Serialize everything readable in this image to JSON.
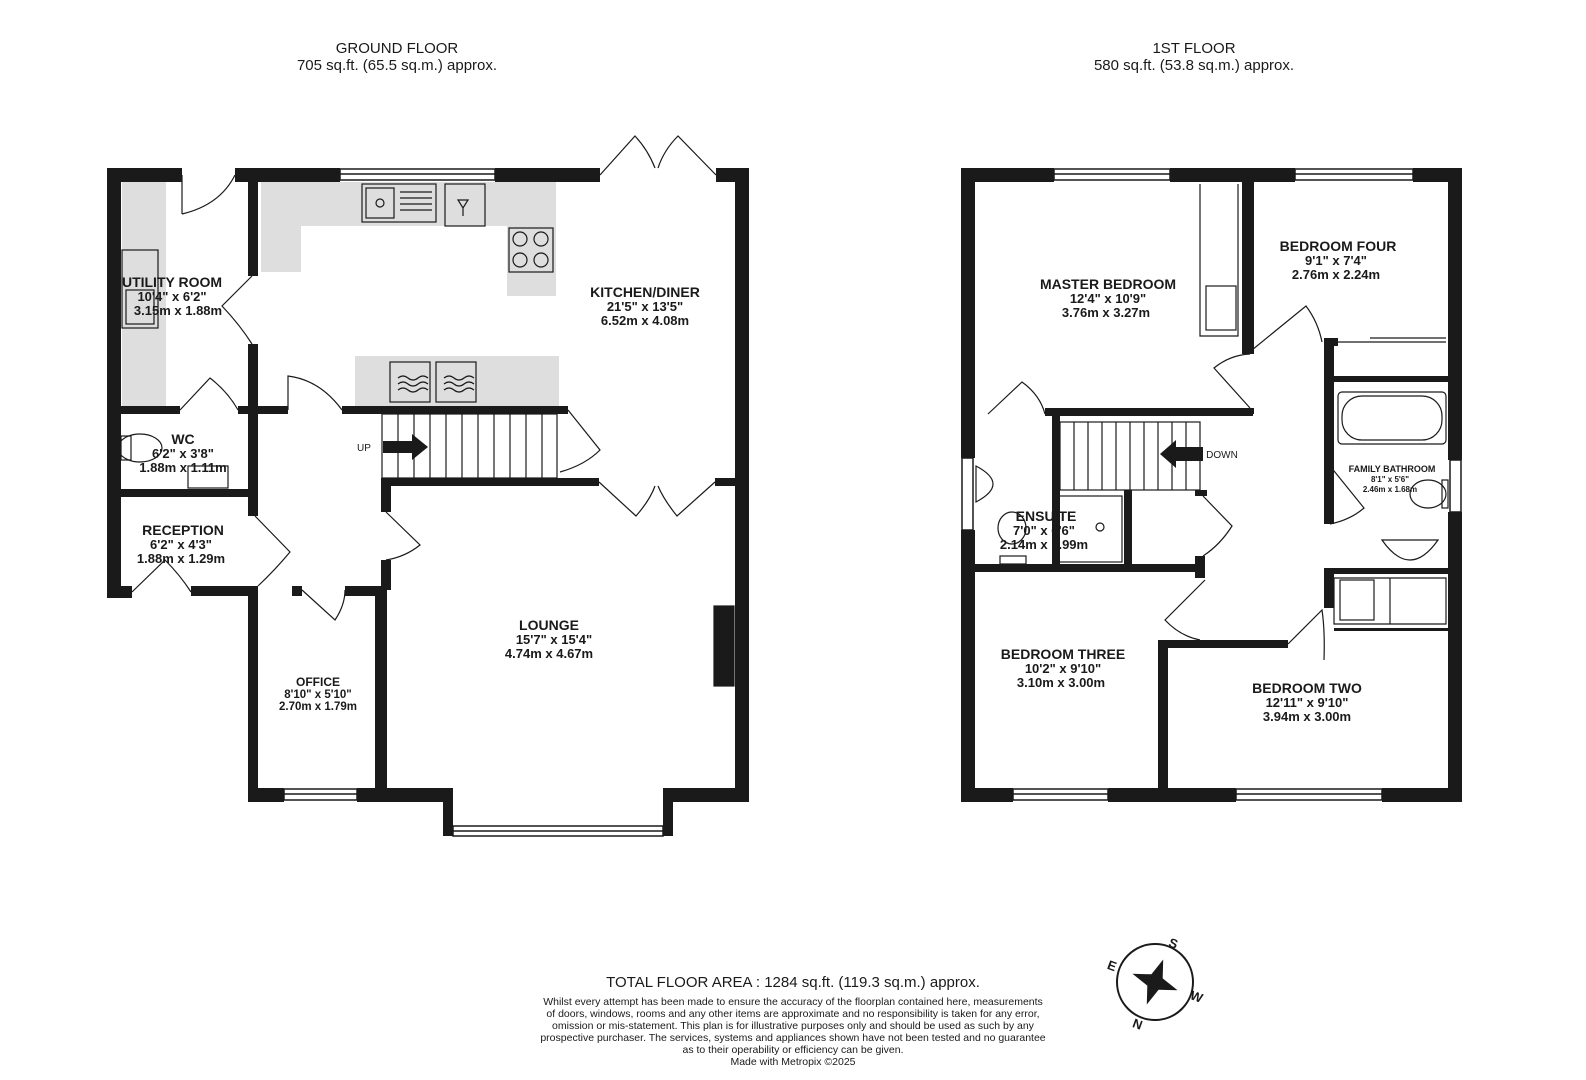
{
  "ground_floor": {
    "title": "GROUND FLOOR",
    "area": "705 sq.ft. (65.5 sq.m.) approx.",
    "rooms": [
      {
        "name": "UTILITY ROOM",
        "imperial": "10'4\"  x 6'2\"",
        "metric": "3.15m  x 1.88m"
      },
      {
        "name": "KITCHEN/DINER",
        "imperial": "21'5\"  x 13'5\"",
        "metric": "6.52m  x 4.08m"
      },
      {
        "name": "WC",
        "imperial": "6'2\"  x 3'8\"",
        "metric": "1.88m  x 1.11m"
      },
      {
        "name": "RECEPTION",
        "imperial": "6'2\"  x 4'3\"",
        "metric": "1.88m  x 1.29m"
      },
      {
        "name": "LOUNGE",
        "imperial": "15'7\"  x 15'4\"",
        "metric": "4.74m  x 4.67m"
      },
      {
        "name": "OFFICE",
        "imperial": "8'10\"  x 5'10\"",
        "metric": "2.70m  x 1.79m"
      }
    ],
    "stairs_label": "UP"
  },
  "first_floor": {
    "title": "1ST FLOOR",
    "area": "580 sq.ft. (53.8 sq.m.) approx.",
    "rooms": [
      {
        "name": "MASTER BEDROOM",
        "imperial": "12'4\"  x 10'9\"",
        "metric": "3.76m  x 3.27m"
      },
      {
        "name": "BEDROOM FOUR",
        "imperial": "9'1\"  x 7'4\"",
        "metric": "2.76m  x 2.24m"
      },
      {
        "name": "FAMILY BATHROOM",
        "imperial": "8'1\"  x 5'6\"",
        "metric": "2.46m  x 1.68m"
      },
      {
        "name": "ENSUITE",
        "imperial": "7'0\"  x 6'6\"",
        "metric": "2.14m  x 1.99m"
      },
      {
        "name": "BEDROOM THREE",
        "imperial": "10'2\"  x 9'10\"",
        "metric": "3.10m  x 3.00m"
      },
      {
        "name": "BEDROOM TWO",
        "imperial": "12'11\"  x 9'10\"",
        "metric": "3.94m  x 3.00m"
      }
    ],
    "stairs_label": "DOWN"
  },
  "compass": {
    "s": "S",
    "w": "W",
    "n": "N",
    "e": "E"
  },
  "footer": {
    "total_area": "TOTAL FLOOR AREA : 1284 sq.ft. (119.3 sq.m.) approx.",
    "disclaimer_lines": [
      "Whilst every attempt has been made to ensure the accuracy of the floorplan contained here, measurements",
      "of doors, windows, rooms and any other items are approximate and no responsibility is taken for any error,",
      "omission or mis-statement. This plan is for illustrative purposes only and should be used as such by any",
      "prospective purchaser. The services, systems and appliances shown have not been tested and no guarantee",
      "as to their operability or efficiency can be given.",
      "Made with Metropix ©2025"
    ]
  }
}
